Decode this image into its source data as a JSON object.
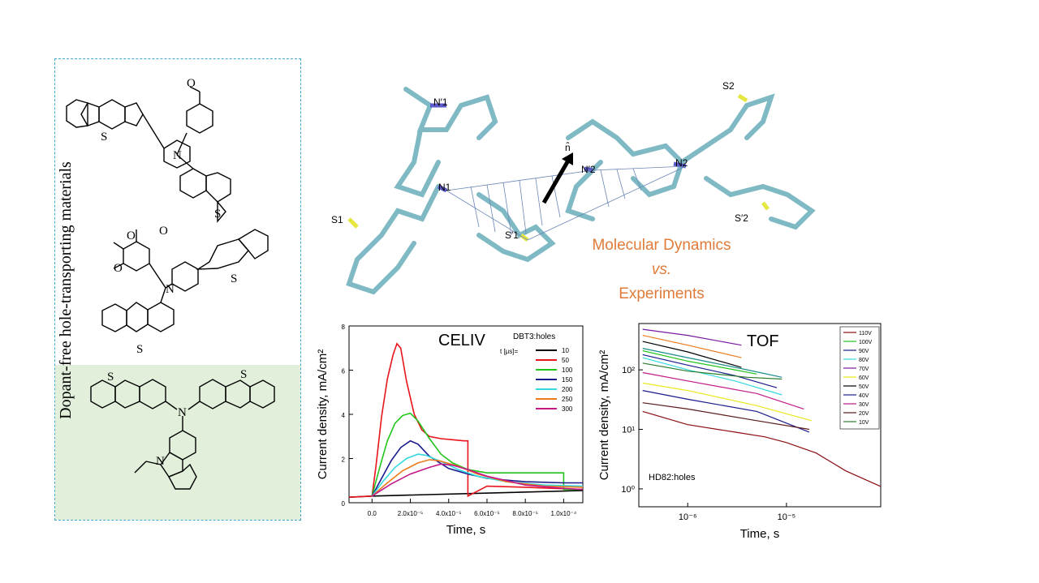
{
  "left_panel": {
    "label": "Dopant-free hole-transporting materials",
    "molecule_atoms": {
      "mol1": [
        "O",
        "S",
        "N",
        "S"
      ],
      "mol2": [
        "O",
        "O",
        "O",
        "S",
        "N",
        "S"
      ],
      "mol3": [
        "S",
        "S",
        "N",
        "N"
      ]
    }
  },
  "molecule_3d": {
    "atom_labels": [
      "N′1",
      "N1",
      "S1",
      "S′1",
      "n̂",
      "N′2",
      "N2",
      "S2",
      "S′2"
    ]
  },
  "caption": {
    "line1": "Molecular Dynamics",
    "line2": "vs.",
    "line3": "Experiments"
  },
  "colors": {
    "caption": "#e07b39",
    "dashed_border": "#3fa7c9",
    "highlight": "#e2efda"
  },
  "chart_data": [
    {
      "type": "line",
      "title": "CELIV",
      "ylabel": "Current density, mA/cm²",
      "xlabel": "Time, s",
      "xlim": [
        -1.2e-05,
        0.00011
      ],
      "ylim": [
        0,
        8
      ],
      "x_ticks": [
        0,
        2e-05,
        4e-05,
        6e-05,
        8e-05,
        0.0001
      ],
      "x_tick_labels": [
        "0.0",
        "2.0x10⁻⁵",
        "4.0x10⁻⁵",
        "6.0x10⁻⁵",
        "8.0x10⁻⁵",
        "1.0x10⁻⁴"
      ],
      "y_ticks": [
        0,
        2,
        4,
        6,
        8
      ],
      "y_tick_labels": [
        "0",
        "2",
        "4",
        "6",
        "8"
      ],
      "legend_title": "DBT3:holes",
      "legend_subtitle": "t [μs]=",
      "legend_position": "top-right",
      "series": [
        {
          "name": "10",
          "color": "#000000",
          "points": [
            [
              -1.2e-05,
              0.25
            ],
            [
              0,
              0.3
            ],
            [
              0.00011,
              0.55
            ]
          ]
        },
        {
          "name": "50",
          "color": "#e8141c",
          "points": [
            [
              -1.2e-05,
              0.25
            ],
            [
              0,
              0.3
            ],
            [
              2e-06,
              1.6
            ],
            [
              5e-06,
              3.9
            ],
            [
              8e-06,
              5.6
            ],
            [
              1.1e-05,
              6.7
            ],
            [
              1.3e-05,
              7.2
            ],
            [
              1.5e-05,
              7.0
            ],
            [
              1.8e-05,
              5.5
            ],
            [
              2.2e-05,
              4.0
            ],
            [
              2.6e-05,
              3.3
            ],
            [
              3e-05,
              3.0
            ],
            [
              3.6e-05,
              2.9
            ],
            [
              4.2e-05,
              2.85
            ],
            [
              4.8e-05,
              2.8
            ],
            [
              5e-05,
              2.8
            ],
            [
              5e-05,
              0.3
            ],
            [
              6e-05,
              0.75
            ],
            [
              8e-05,
              0.7
            ],
            [
              0.00011,
              0.6
            ]
          ]
        },
        {
          "name": "100",
          "color": "#22c41c",
          "points": [
            [
              0,
              0.3
            ],
            [
              4e-06,
              1.6
            ],
            [
              8e-06,
              2.8
            ],
            [
              1.2e-05,
              3.6
            ],
            [
              1.6e-05,
              3.95
            ],
            [
              2e-05,
              4.05
            ],
            [
              2.4e-05,
              3.7
            ],
            [
              3e-05,
              2.9
            ],
            [
              3.6e-05,
              2.2
            ],
            [
              4.2e-05,
              1.8
            ],
            [
              5e-05,
              1.5
            ],
            [
              6e-05,
              1.35
            ],
            [
              8e-05,
              1.35
            ],
            [
              0.0001,
              1.35
            ],
            [
              0.0001,
              0.6
            ],
            [
              0.00011,
              0.6
            ]
          ]
        },
        {
          "name": "150",
          "color": "#1a1a8c",
          "points": [
            [
              0,
              0.3
            ],
            [
              5e-06,
              1.1
            ],
            [
              1e-05,
              1.9
            ],
            [
              1.5e-05,
              2.5
            ],
            [
              2e-05,
              2.8
            ],
            [
              2.4e-05,
              2.65
            ],
            [
              3e-05,
              2.1
            ],
            [
              4e-05,
              1.55
            ],
            [
              5e-05,
              1.3
            ],
            [
              6e-05,
              1.1
            ],
            [
              8e-05,
              0.95
            ],
            [
              0.0001,
              0.9
            ],
            [
              0.00011,
              0.9
            ]
          ]
        },
        {
          "name": "200",
          "color": "#33d9e0",
          "points": [
            [
              0,
              0.3
            ],
            [
              6e-06,
              1.0
            ],
            [
              1.2e-05,
              1.6
            ],
            [
              1.8e-05,
              2.0
            ],
            [
              2.4e-05,
              2.2
            ],
            [
              2.8e-05,
              2.15
            ],
            [
              3.5e-05,
              1.9
            ],
            [
              4.5e-05,
              1.5
            ],
            [
              5.5e-05,
              1.2
            ],
            [
              7e-05,
              0.95
            ],
            [
              9e-05,
              0.8
            ],
            [
              0.00011,
              0.75
            ]
          ]
        },
        {
          "name": "250",
          "color": "#ec7a1c",
          "points": [
            [
              0,
              0.3
            ],
            [
              8e-06,
              0.9
            ],
            [
              1.6e-05,
              1.45
            ],
            [
              2.4e-05,
              1.8
            ],
            [
              3e-05,
              1.95
            ],
            [
              3.5e-05,
              1.9
            ],
            [
              4.5e-05,
              1.65
            ],
            [
              5.5e-05,
              1.3
            ],
            [
              7e-05,
              0.95
            ],
            [
              9e-05,
              0.75
            ],
            [
              0.00011,
              0.7
            ]
          ]
        },
        {
          "name": "300",
          "color": "#c2188a",
          "points": [
            [
              0,
              0.3
            ],
            [
              1e-05,
              0.85
            ],
            [
              2e-05,
              1.3
            ],
            [
              3e-05,
              1.6
            ],
            [
              3.6e-05,
              1.75
            ],
            [
              4.2e-05,
              1.7
            ],
            [
              5e-05,
              1.5
            ],
            [
              6e-05,
              1.2
            ],
            [
              8e-05,
              0.8
            ],
            [
              0.0001,
              0.65
            ],
            [
              0.00011,
              0.6
            ]
          ]
        }
      ]
    },
    {
      "type": "line",
      "title": "TOF",
      "ylabel": "Current density, mA/cm²",
      "xlabel": "Time, s",
      "xscale": "log",
      "yscale": "log",
      "xlim": [
        3.2e-07,
        9e-05
      ],
      "ylim": [
        0.5,
        600
      ],
      "x_ticks": [
        1e-06,
        1e-05
      ],
      "x_tick_labels": [
        "10⁻⁶",
        "10⁻⁵"
      ],
      "y_ticks": [
        1,
        10,
        100
      ],
      "y_tick_labels": [
        "10⁰",
        "10¹",
        "10²"
      ],
      "annotation": "HD82:holes",
      "legend_position": "top-right",
      "series": [
        {
          "name": "110V",
          "color": "#8b0d12",
          "points": [
            [
              3.5e-07,
              20
            ],
            [
              1e-06,
              12
            ],
            [
              3e-06,
              9
            ],
            [
              6e-06,
              7.5
            ],
            [
              1e-05,
              6
            ],
            [
              2e-05,
              4
            ],
            [
              4e-05,
              2
            ],
            [
              9e-05,
              1.1
            ]
          ]
        },
        {
          "name": "100V",
          "color": "#22c41c",
          "points": [
            [
              3.5e-07,
              210
            ],
            [
              1e-06,
              140
            ],
            [
              3e-06,
              100
            ],
            [
              5e-06,
              85
            ]
          ]
        },
        {
          "name": "90V",
          "color": "#1a1a8c",
          "points": [
            [
              3.5e-07,
              180
            ],
            [
              1e-06,
              120
            ],
            [
              3e-06,
              80
            ],
            [
              8e-06,
              50
            ]
          ]
        },
        {
          "name": "80V",
          "color": "#33d9e0",
          "points": [
            [
              3.5e-07,
              160
            ],
            [
              1e-06,
              100
            ],
            [
              3e-06,
              65
            ],
            [
              9e-06,
              38
            ]
          ]
        },
        {
          "name": "70V",
          "color": "#7a1aa0",
          "points": [
            [
              3.5e-07,
              480
            ],
            [
              1e-06,
              380
            ],
            [
              3.5e-06,
              260
            ]
          ]
        },
        {
          "name": "60V",
          "color": "#e8e81c",
          "points": [
            [
              3.5e-07,
              60
            ],
            [
              1e-06,
              45
            ],
            [
              5e-06,
              25
            ],
            [
              1.8e-05,
              14
            ]
          ]
        },
        {
          "name": "50V",
          "color": "#000000",
          "points": [
            [
              3.5e-07,
              300
            ],
            [
              1e-06,
              200
            ],
            [
              3.5e-06,
              110
            ]
          ]
        },
        {
          "name": "40V",
          "color": "#1a1a8c",
          "points": [
            [
              3.5e-07,
              45
            ],
            [
              1e-06,
              32
            ],
            [
              5e-06,
              20
            ],
            [
              1.7e-05,
              9
            ]
          ]
        },
        {
          "name": "30V",
          "color": "#c2188a",
          "points": [
            [
              3.5e-07,
              90
            ],
            [
              1e-06,
              65
            ],
            [
              5e-06,
              40
            ],
            [
              1.5e-05,
              22
            ]
          ]
        },
        {
          "name": "20V",
          "color": "#5a1a1a",
          "points": [
            [
              3.5e-07,
              28
            ],
            [
              1e-06,
              22
            ],
            [
              5e-06,
              14
            ],
            [
              1.7e-05,
              10
            ]
          ]
        },
        {
          "name": "10V",
          "color": "#2a7a2a",
          "points": [
            [
              3.5e-07,
              130
            ],
            [
              1e-06,
              95
            ],
            [
              4e-06,
              75
            ],
            [
              9e-06,
              70
            ]
          ]
        },
        {
          "name": "",
          "color": "#ec7a1c",
          "points": [
            [
              3.5e-07,
              380
            ],
            [
              1e-06,
              260
            ],
            [
              3.5e-06,
              160
            ]
          ]
        },
        {
          "name": "",
          "color": "#1a8c8c",
          "points": [
            [
              3.5e-07,
              230
            ],
            [
              1e-06,
              160
            ],
            [
              4e-06,
              100
            ],
            [
              9e-06,
              75
            ]
          ]
        }
      ]
    }
  ]
}
